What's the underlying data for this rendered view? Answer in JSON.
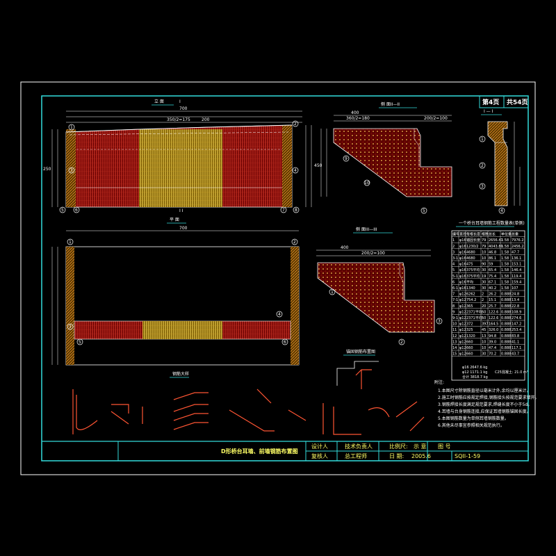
{
  "sheet": {
    "page": "第4页",
    "total": "共54页"
  },
  "views": {
    "elevation": "立 面",
    "section_i": "I — I",
    "section_ii": "侧 面II—II",
    "plan": "平 面",
    "section_iii": "侧 面III—III",
    "rebar_detail": "钢筋大样",
    "anchor_detail": "锚固钢筋布置图"
  },
  "dims": {
    "elev_top": "700",
    "elev_label_1": "350/2=175",
    "elev_label_2": "200",
    "plan_top": "700",
    "side_top_left": "400",
    "side_top_mid": "360/2=180",
    "side_top_right": "200/2=100",
    "side_left": "450",
    "side_iii_top": "400",
    "side_iii_mid": "200/2=100",
    "elev_left": "250"
  },
  "markers": {
    "m1": "1",
    "m2": "2",
    "m3": "3",
    "m4": "4",
    "m5": "5",
    "m6": "6",
    "m7": "7",
    "m8": "8",
    "m9": "9",
    "m10": "10"
  },
  "table": {
    "title": "一个桥台耳墙钢筋工程数量表(单侧)",
    "headers": [
      "编号",
      "直径",
      "每根长度",
      "根数",
      "总长",
      "单位重",
      "总重"
    ],
    "rows": [
      [
        "1",
        "φ16",
        "锚固长度",
        "79",
        "2656.47",
        "1.58",
        "7976.2"
      ],
      [
        "2",
        "φ16",
        "1230/2",
        "79",
        "4043.80",
        "1.58",
        "2456.2"
      ],
      [
        "3",
        "φ16",
        "4680",
        "10",
        "46.8",
        "1.58",
        "47.7"
      ],
      [
        "3-1",
        "φ16",
        "4680",
        "10",
        "86.1",
        "1.58",
        "136.1"
      ],
      [
        "4",
        "φ16",
        "475",
        "90",
        "59",
        "1.58",
        "153.1"
      ],
      [
        "5",
        "φ16",
        "375平均",
        "30",
        "65.4",
        "1.58",
        "146.4"
      ],
      [
        "5-1",
        "φ16",
        "375平均",
        "19",
        "75.4",
        "1.58",
        "119.4"
      ],
      [
        "6",
        "φ16",
        "平均",
        "30",
        "67.1",
        "1.58",
        "159.4"
      ],
      [
        "6-1",
        "φ16",
        "1340",
        "30",
        "40.2",
        "1.58",
        "107"
      ],
      [
        "7",
        "φ12",
        "6262",
        "2",
        "26.2",
        "0.888",
        "24.8"
      ],
      [
        "7-1",
        "φ12",
        "754.2",
        "2",
        "15.1",
        "0.888",
        "13.4"
      ],
      [
        "8",
        "φ12",
        "365",
        "20",
        "25.7",
        "0.888",
        "22.8"
      ],
      [
        "9",
        "φ12",
        "2371平均",
        "50",
        "122.6",
        "0.888",
        "108.9"
      ],
      [
        "9-1",
        "φ12",
        "2371平均",
        "50",
        "122.6",
        "0.888",
        "274.6"
      ],
      [
        "10",
        "φ12",
        "372",
        "397",
        "164.5",
        "0.888",
        "147.2"
      ],
      [
        "11",
        "φ12",
        "325",
        "45",
        "326.0",
        "0.888",
        "253.4"
      ],
      [
        "12",
        "φ12",
        "1320",
        "13",
        "94.8",
        "0.888",
        "83.8"
      ],
      [
        "13",
        "φ12",
        "660",
        "10",
        "39.0",
        "0.888",
        "41.1"
      ],
      [
        "14",
        "φ12",
        "660",
        "10",
        "47.4",
        "0.888",
        "117.1"
      ],
      [
        "15",
        "φ12",
        "660",
        "30",
        "70.2",
        "0.888",
        "43.7"
      ]
    ],
    "summary_1": "φ16  2647.6 kg",
    "summary_2": "φ12  1171.1 kg",
    "summary_3": "合计  3818.7 kg",
    "concrete": "C25混凝土: 21.0 m³"
  },
  "notes": {
    "title": "附注:",
    "items": [
      "1.本图尺寸除钢筋直径以毫米计外,余均以厘米计。",
      "2.施工时钢筋应按规定焊接,钢筋接头按规范要求错开。",
      "3.钢筋焊接长度满足规范要求,焊缝长度不小于5d。",
      "4.耳墙与台身钢筋连接,应保证耳墙钢筋锚固长度。",
      "5.本图钢筋数量为单侧耳墙钢筋数量。",
      "6.其他未尽事宜参照相关规范执行。"
    ]
  },
  "title_block": {
    "drawing_title": "D形桥台耳墙、前墙钢筋布置图",
    "designer_label": "设计人",
    "checker_label": "复核人",
    "tech_lead_label": "技术负责人",
    "chief_engineer_label": "总工程师",
    "scale_label": "比例尺:",
    "scale_value": "示 意",
    "sheet_label": "图 号",
    "date_label": "日 期:",
    "date_value": "2005.6",
    "drawing_no": "SQII-1-59"
  }
}
